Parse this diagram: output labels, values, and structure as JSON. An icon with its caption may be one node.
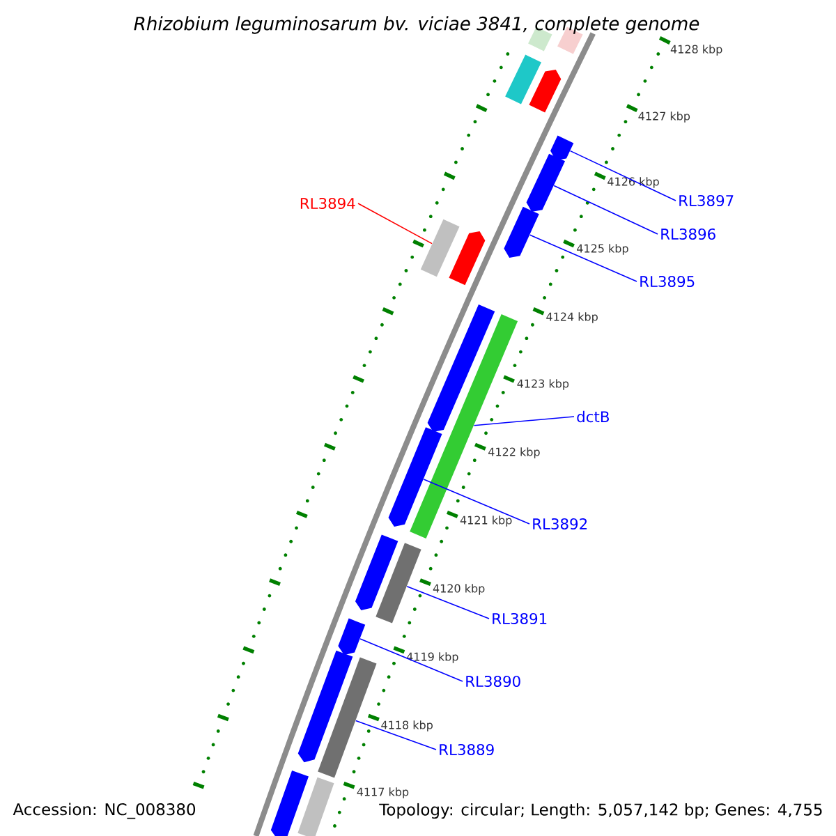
{
  "diagram": {
    "title": "Rhizobium leguminosarum bv. viciae 3841, complete genome",
    "nodes": [
      {
        "text": [
          "RL3894"
        ]
      },
      {
        "text": [
          "RL3897"
        ]
      },
      {
        "text": [
          "RL3896"
        ]
      },
      {
        "text": [
          "RL3895"
        ]
      },
      {
        "text": [
          "dctB"
        ]
      },
      {
        "text": [
          "RL3892"
        ]
      },
      {
        "text": [
          "RL3891"
        ]
      },
      {
        "text": [
          "RL3890"
        ]
      },
      {
        "text": [
          "RL3889"
        ]
      },
      {
        "text": [],
        "shape": "bar"
      },
      {
        "text": [],
        "shape": "bar"
      },
      {
        "text": [],
        "shape": "bar"
      },
      {
        "text": [],
        "shape": "bar"
      },
      {
        "text": [],
        "shape": "bar"
      },
      {
        "text": [],
        "shape": "bar"
      },
      {
        "text": [],
        "shape": "bar"
      },
      {
        "text": [],
        "shape": "bar"
      },
      {
        "text": [],
        "shape": "bar"
      },
      {
        "text": [],
        "shape": "bar"
      },
      {
        "text": [],
        "shape": "bar"
      },
      {
        "text": [],
        "shape": "bar"
      },
      {
        "text": [],
        "shape": "bar"
      },
      {
        "text": [],
        "shape": "bar"
      },
      {
        "text": [],
        "shape": "bar"
      },
      {
        "text": [],
        "shape": "bar"
      },
      {
        "text": [],
        "shape": "bar"
      },
      {
        "text": [],
        "shape": "bar"
      },
      {
        "text": [],
        "shape": "bar"
      }
    ],
    "edges": [
      {
        "from": 0,
        "to": 16,
        "arrow": "none",
        "color": "#ff0000"
      },
      {
        "from": 1,
        "to": 13,
        "arrow": "none"
      },
      {
        "from": 2,
        "to": 14,
        "arrow": "none"
      },
      {
        "from": 3,
        "to": 15,
        "arrow": "none"
      },
      {
        "from": 4,
        "to": 19,
        "arrow": "none"
      },
      {
        "from": 5,
        "to": 20,
        "arrow": "none"
      },
      {
        "from": 6,
        "to": 22,
        "arrow": "none"
      },
      {
        "from": 7,
        "to": 23,
        "arrow": "none"
      },
      {
        "from": 8,
        "to": 25,
        "arrow": "none"
      }
    ],
    "labels": [
      "4128 kbp",
      "4127 kbp",
      "4126 kbp",
      "4125 kbp",
      "4124 kbp",
      "4123 kbp",
      "4122 kbp",
      "4121 kbp",
      "4120 kbp",
      "4119 kbp",
      "4118 kbp",
      "4117 kbp",
      "Accession: NC_008380",
      "Topology: circular; Length: 5,057,142 bp; Genes: 4,755"
    ]
  }
}
